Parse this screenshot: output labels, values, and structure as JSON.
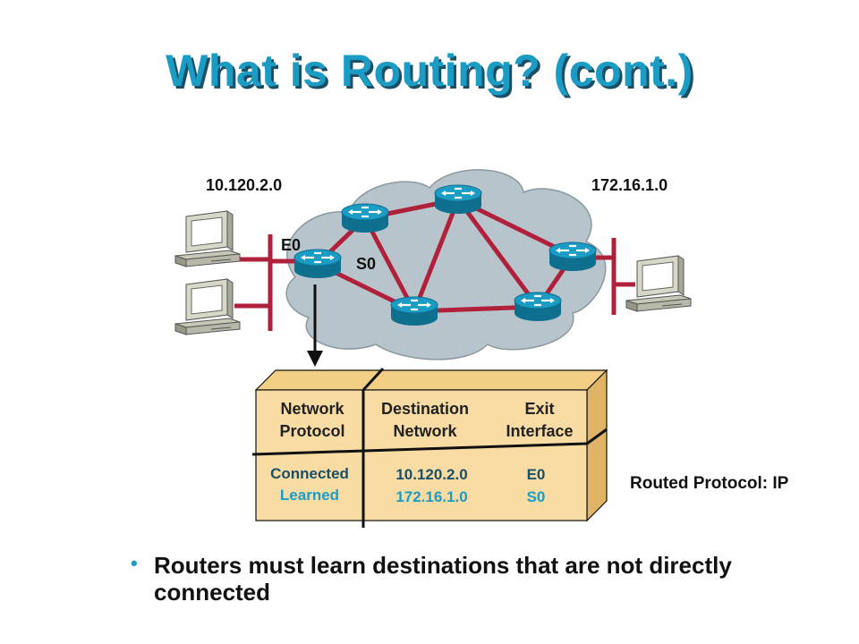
{
  "slide": {
    "title": "What is Routing? (cont.)",
    "networks": {
      "left": "10.120.2.0",
      "right": "172.16.1.0"
    },
    "interfaces": {
      "e0": "E0",
      "s0": "S0"
    },
    "routed_protocol": "Routed Protocol: IP",
    "table": {
      "headers": {
        "protocol": "Network\nProtocol",
        "destination": "Destination\nNetwork",
        "exit": "Exit\nInterface"
      },
      "rows": [
        {
          "protocol": "Connected",
          "destination": "10.120.2.0",
          "exit": "E0"
        },
        {
          "protocol": "Learned",
          "destination": "172.16.1.0",
          "exit": "S0"
        }
      ]
    },
    "bullet": "Routers must learn destinations that are not directly connected"
  },
  "colors": {
    "title": "#1a9cc4",
    "title_shadow": "#1b4f66",
    "link": "#b0203a",
    "router": "#1a9cc4",
    "cloud": "#b7c4cc",
    "table_fill": "#f8dca4"
  },
  "icons": [
    "router-icon",
    "pc-icon",
    "cloud-shape",
    "arrow-down-icon"
  ]
}
